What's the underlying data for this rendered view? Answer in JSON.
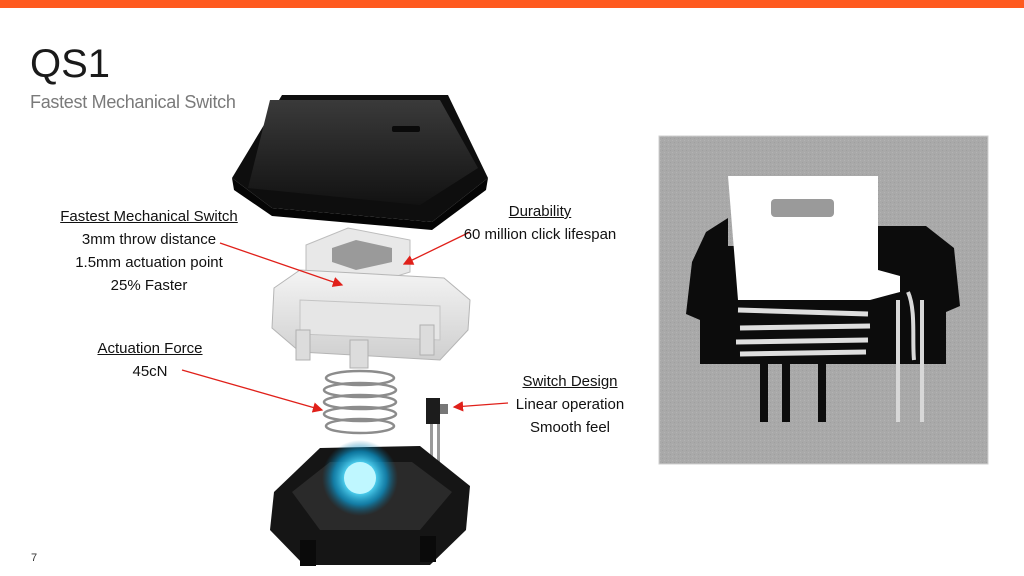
{
  "slide": {
    "title": "QS1",
    "subtitle": "Fastest Mechanical Switch",
    "page_number": "7",
    "accent_color": "#ff5a1f",
    "arrow_color": "#e0201a"
  },
  "callouts": {
    "fastest": {
      "heading": "Fastest Mechanical Switch",
      "lines": [
        "3mm throw distance",
        "1.5mm actuation point",
        "25% Faster"
      ]
    },
    "durability": {
      "heading": "Durability",
      "lines": [
        "60 million click lifespan"
      ]
    },
    "actuation": {
      "heading": "Actuation Force",
      "lines": [
        "45cN"
      ]
    },
    "design": {
      "heading": "Switch Design",
      "lines": [
        "Linear operation",
        "Smooth feel"
      ]
    }
  },
  "images": {
    "exploded_view": "exploded-switch-illustration",
    "cross_section": "switch-cross-section-diagram"
  }
}
